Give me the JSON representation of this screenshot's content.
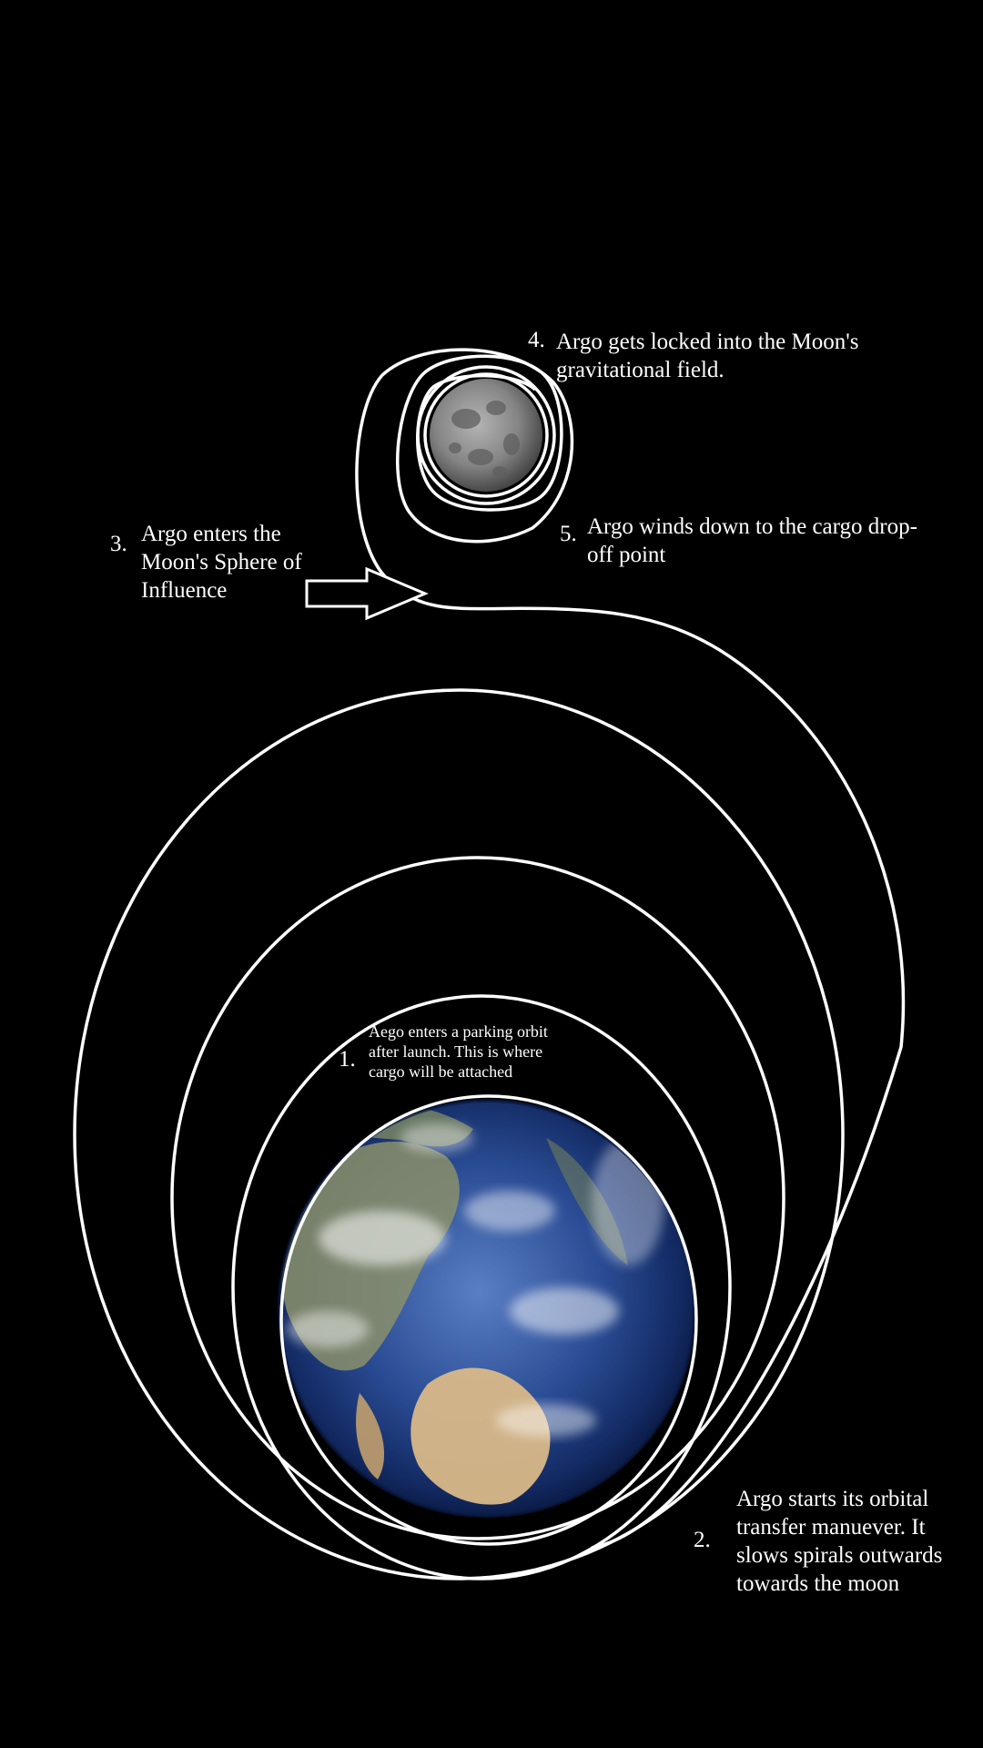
{
  "steps": [
    {
      "number": "1.",
      "lines": [
        "Aego enters a parking orbit",
        "after launch. This is where",
        "cargo will be attached"
      ]
    },
    {
      "number": "2.",
      "lines": [
        "Argo starts its orbital",
        "transfer manuever. It",
        "slows spirals outwards",
        "towards the moon"
      ]
    },
    {
      "number": "3.",
      "lines": [
        "Argo enters the",
        "Moon's Sphere of",
        "Influence"
      ]
    },
    {
      "number": "4.",
      "lines": [
        "Argo gets locked into the Moon's",
        "gravitational field."
      ]
    },
    {
      "number": "5.",
      "lines": [
        "Argo winds down to the cargo drop-",
        "off point"
      ]
    }
  ],
  "colors": {
    "background": "#000000",
    "orbit": "#ffffff",
    "text": "#ffffff",
    "ocean": "#1d3a7c",
    "land": "#c9a877",
    "moon": "#8a8a8a"
  },
  "icons": [
    "earth-icon",
    "moon-icon",
    "arrow-icon"
  ]
}
